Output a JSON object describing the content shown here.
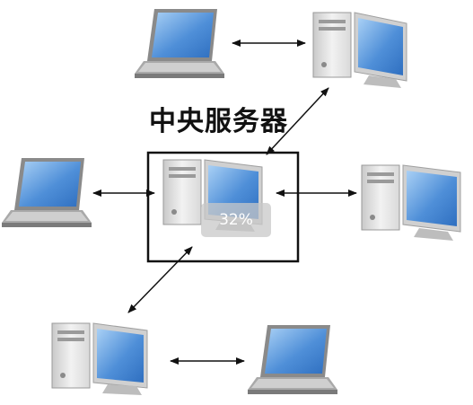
{
  "diagram": {
    "title": "中央服务器",
    "zoom_badge": "32%",
    "colors": {
      "screen": "#4f8fd8",
      "screen_light": "#a9d0f5",
      "case": "#e6e6e6",
      "case_dark": "#b8b8b8",
      "frame": "#111111",
      "arrow": "#111111"
    },
    "nodes": [
      {
        "id": "laptop-top",
        "kind": "laptop",
        "icon": "laptop-icon"
      },
      {
        "id": "desktop-top-right",
        "kind": "desktop",
        "icon": "desktop-computer-icon"
      },
      {
        "id": "laptop-left",
        "kind": "laptop",
        "icon": "laptop-icon"
      },
      {
        "id": "central-server",
        "kind": "desktop",
        "icon": "server-computer-icon"
      },
      {
        "id": "desktop-right",
        "kind": "desktop",
        "icon": "desktop-computer-icon"
      },
      {
        "id": "desktop-bottom-left",
        "kind": "desktop",
        "icon": "desktop-computer-icon"
      },
      {
        "id": "laptop-bottom-right",
        "kind": "laptop",
        "icon": "laptop-icon"
      }
    ],
    "edges": [
      {
        "from": "laptop-top",
        "to": "desktop-top-right"
      },
      {
        "from": "central-server",
        "to": "desktop-top-right"
      },
      {
        "from": "laptop-left",
        "to": "central-server"
      },
      {
        "from": "central-server",
        "to": "desktop-right"
      },
      {
        "from": "central-server",
        "to": "desktop-bottom-left"
      },
      {
        "from": "desktop-bottom-left",
        "to": "laptop-bottom-right"
      }
    ]
  }
}
